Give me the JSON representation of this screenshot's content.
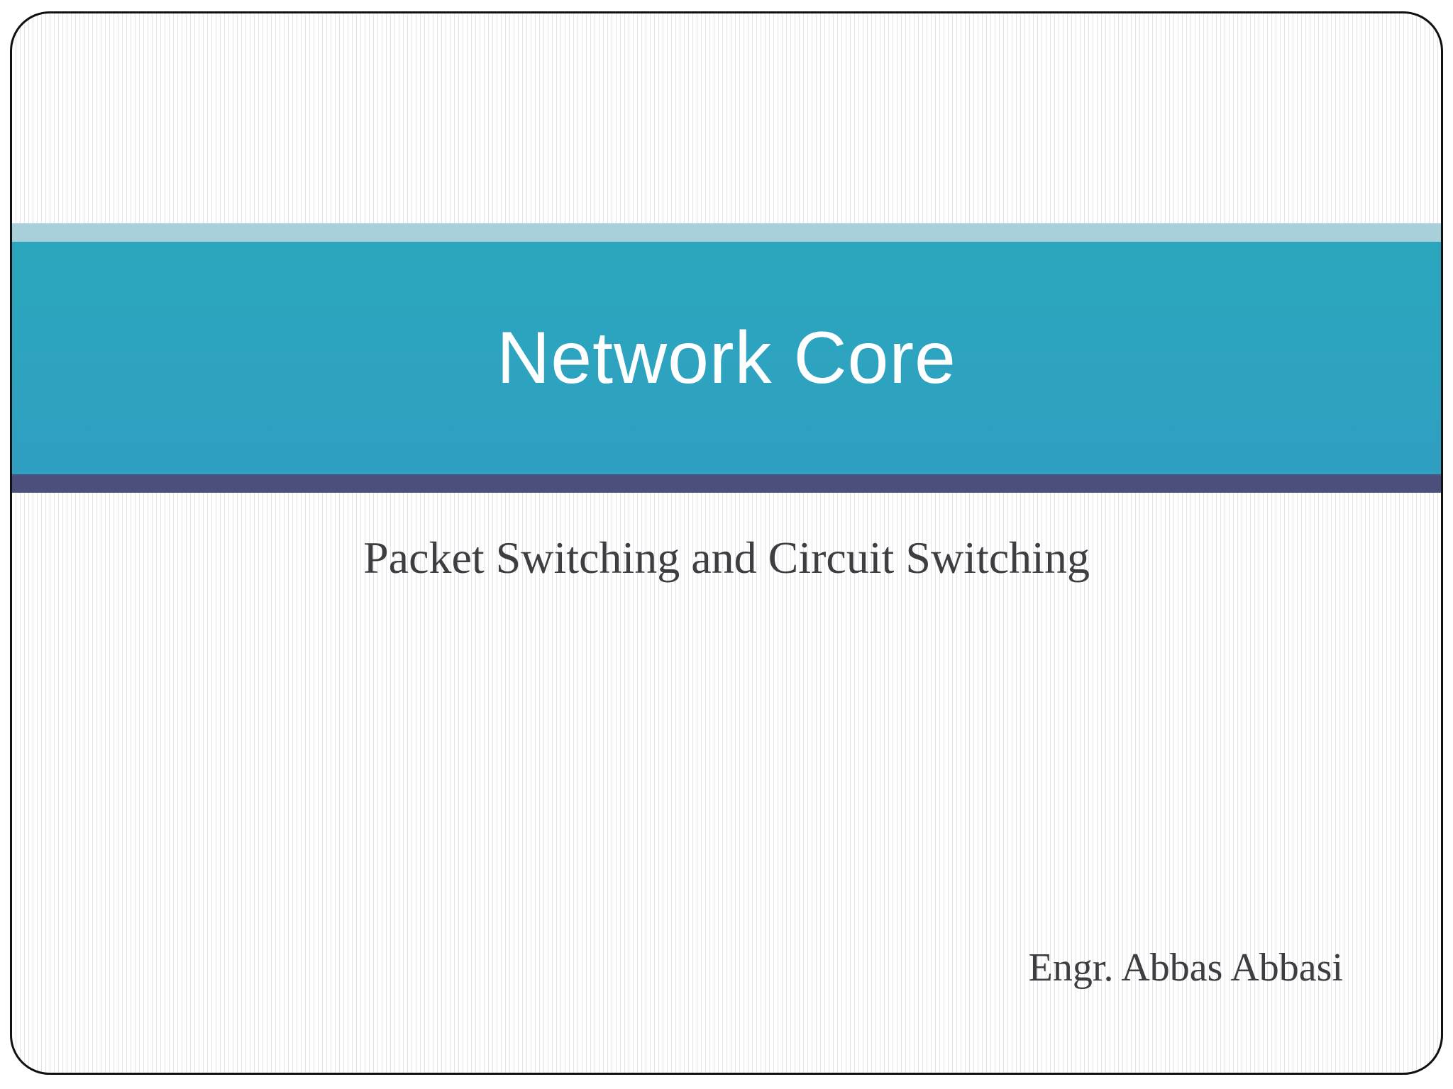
{
  "slide": {
    "title": "Network Core",
    "subtitle": "Packet Switching and Circuit Switching",
    "author": "Engr. Abbas Abbasi"
  },
  "colors": {
    "band_light": "#a9d0da",
    "band_main": "#2ea3c0",
    "band_dark": "#4a4f7c",
    "title_text": "#ffffff",
    "body_text": "#3d3d42"
  }
}
